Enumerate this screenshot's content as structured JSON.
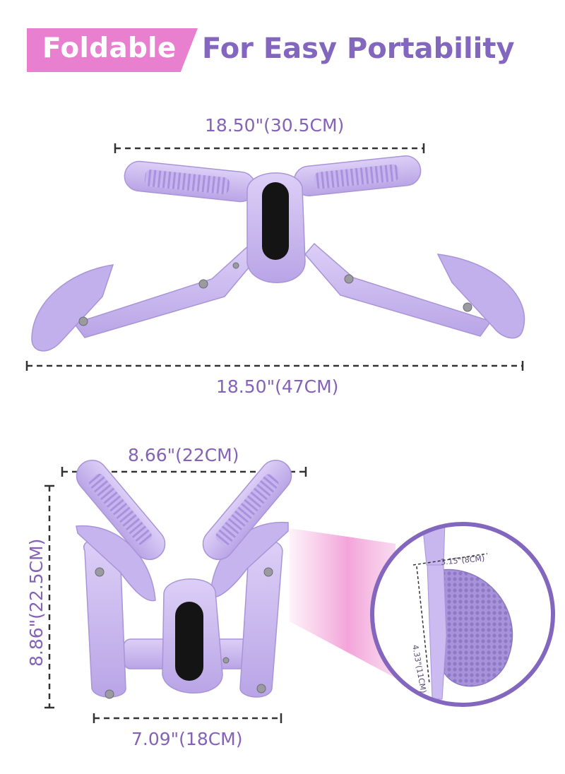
{
  "header": {
    "badge": "Foldable",
    "headline": "For Easy Portability"
  },
  "dimensions": {
    "top_width": "18.50\"(30.5CM)",
    "open_width": "18.50\"(47CM)",
    "folded_top_width": "8.66\"(22CM)",
    "folded_height": "8.86\"(22.5CM)",
    "folded_bottom_width": "7.09\"(18CM)",
    "pad_width": "3.15\"(8CM)",
    "pad_height": "4.33\"(11CM)"
  },
  "colors": {
    "badge": "#e97fcf",
    "headline": "#8366be",
    "product": "#c9b8ef",
    "dimension_text": "#8463b7"
  }
}
